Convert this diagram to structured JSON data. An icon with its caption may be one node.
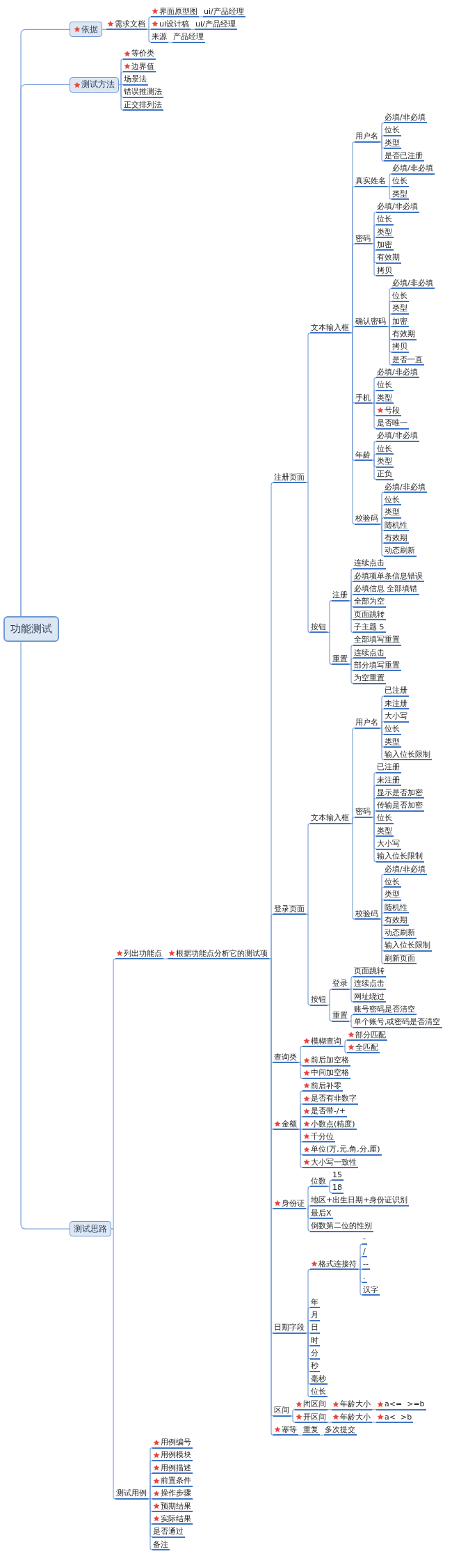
{
  "diagram": {
    "nodes": [
      {
        "text": [
          "功能测试"
        ]
      },
      {
        "text": [
          "依据"
        ]
      },
      {
        "text": [
          "需求文档"
        ]
      },
      {
        "text": [
          "界面原型图"
        ]
      },
      {
        "text": [
          "ui/产品经理"
        ]
      },
      {
        "text": [
          "ui设计稿"
        ]
      },
      {
        "text": [
          "ui/产品经理"
        ]
      },
      {
        "text": [
          "来源"
        ]
      },
      {
        "text": [
          "产品经理"
        ]
      },
      {
        "text": [
          "测试方法"
        ]
      },
      {
        "text": [
          "等价类"
        ]
      },
      {
        "text": [
          "边界值"
        ]
      },
      {
        "text": [
          "场景法"
        ]
      },
      {
        "text": [
          "错误推测法"
        ]
      },
      {
        "text": [
          "正交排列法"
        ]
      },
      {
        "text": [
          "测试思路"
        ]
      },
      {
        "text": [
          "列出功能点"
        ]
      },
      {
        "text": [
          "根据功能点分析它的测试项"
        ]
      },
      {
        "text": [
          "注册页面"
        ]
      },
      {
        "text": [
          "文本输入框"
        ]
      },
      {
        "text": [
          "用户名"
        ]
      },
      {
        "text": [
          "必填/非必填"
        ]
      },
      {
        "text": [
          "位长"
        ]
      },
      {
        "text": [
          "类型"
        ]
      },
      {
        "text": [
          "是否已注册"
        ]
      },
      {
        "text": [
          "真实姓名"
        ]
      },
      {
        "text": [
          "必填/非必填"
        ]
      },
      {
        "text": [
          "位长"
        ]
      },
      {
        "text": [
          "类型"
        ]
      },
      {
        "text": [
          "密码"
        ]
      },
      {
        "text": [
          "必填/非必填"
        ]
      },
      {
        "text": [
          "位长"
        ]
      },
      {
        "text": [
          "类型"
        ]
      },
      {
        "text": [
          "加密"
        ]
      },
      {
        "text": [
          "有效期"
        ]
      },
      {
        "text": [
          "拷贝"
        ]
      },
      {
        "text": [
          "确认密码"
        ]
      },
      {
        "text": [
          "必填/非必填"
        ]
      },
      {
        "text": [
          "位长"
        ]
      },
      {
        "text": [
          "类型"
        ]
      },
      {
        "text": [
          "加密"
        ]
      },
      {
        "text": [
          "有效期"
        ]
      },
      {
        "text": [
          "拷贝"
        ]
      },
      {
        "text": [
          "是否一直"
        ]
      },
      {
        "text": [
          "手机"
        ]
      },
      {
        "text": [
          "必填/非必填"
        ]
      },
      {
        "text": [
          "位长"
        ]
      },
      {
        "text": [
          "类型"
        ]
      },
      {
        "text": [
          "号段"
        ]
      },
      {
        "text": [
          "是否唯一"
        ]
      },
      {
        "text": [
          "年龄"
        ]
      },
      {
        "text": [
          "必填/非必填"
        ]
      },
      {
        "text": [
          "位长"
        ]
      },
      {
        "text": [
          "类型"
        ]
      },
      {
        "text": [
          "正负"
        ]
      },
      {
        "text": [
          "校验码"
        ]
      },
      {
        "text": [
          "必填/非必填"
        ]
      },
      {
        "text": [
          "位长"
        ]
      },
      {
        "text": [
          "类型"
        ]
      },
      {
        "text": [
          "随机性"
        ]
      },
      {
        "text": [
          "有效期"
        ]
      },
      {
        "text": [
          "动态刷新"
        ]
      },
      {
        "text": [
          "按钮"
        ]
      },
      {
        "text": [
          "注册"
        ]
      },
      {
        "text": [
          "连续点击"
        ]
      },
      {
        "text": [
          "必填项单条信息错误"
        ]
      },
      {
        "text": [
          "必填信息 全部填错"
        ]
      },
      {
        "text": [
          "全部为空"
        ]
      },
      {
        "text": [
          "页面跳转"
        ]
      },
      {
        "text": [
          "子主题 5"
        ]
      },
      {
        "text": [
          "重置"
        ]
      },
      {
        "text": [
          "全部填写重置"
        ]
      },
      {
        "text": [
          "连续点击"
        ]
      },
      {
        "text": [
          "部分填写重置"
        ]
      },
      {
        "text": [
          "为空重置"
        ]
      },
      {
        "text": [
          "登录页面"
        ]
      },
      {
        "text": [
          "文本输入框"
        ]
      },
      {
        "text": [
          "用户名"
        ]
      },
      {
        "text": [
          "已注册"
        ]
      },
      {
        "text": [
          "未注册"
        ]
      },
      {
        "text": [
          "大小写"
        ]
      },
      {
        "text": [
          "位长"
        ]
      },
      {
        "text": [
          "类型"
        ]
      },
      {
        "text": [
          "输入位长限制"
        ]
      },
      {
        "text": [
          "密码"
        ]
      },
      {
        "text": [
          "已注册"
        ]
      },
      {
        "text": [
          "未注册"
        ]
      },
      {
        "text": [
          "显示是否加密"
        ]
      },
      {
        "text": [
          "传输是否加密"
        ]
      },
      {
        "text": [
          "位长"
        ]
      },
      {
        "text": [
          "类型"
        ]
      },
      {
        "text": [
          "大小写"
        ]
      },
      {
        "text": [
          "输入位长限制"
        ]
      },
      {
        "text": [
          "校验码"
        ]
      },
      {
        "text": [
          "必填/非必填"
        ]
      },
      {
        "text": [
          "位长"
        ]
      },
      {
        "text": [
          "类型"
        ]
      },
      {
        "text": [
          "随机性"
        ]
      },
      {
        "text": [
          "有效期"
        ]
      },
      {
        "text": [
          "动态刷新"
        ]
      },
      {
        "text": [
          "输入位长限制"
        ]
      },
      {
        "text": [
          "刷新页面"
        ]
      },
      {
        "text": [
          "按钮"
        ]
      },
      {
        "text": [
          "登录"
        ]
      },
      {
        "text": [
          "页面跳转"
        ]
      },
      {
        "text": [
          "连续点击"
        ]
      },
      {
        "text": [
          "网址绕过"
        ]
      },
      {
        "text": [
          "重置"
        ]
      },
      {
        "text": [
          "账号密码是否清空"
        ]
      },
      {
        "text": [
          "单个账号,或密码是否清空"
        ]
      },
      {
        "text": [
          "查询类"
        ]
      },
      {
        "text": [
          "模糊查询"
        ]
      },
      {
        "text": [
          "部分匹配"
        ]
      },
      {
        "text": [
          "全匹配"
        ]
      },
      {
        "text": [
          "前后加空格"
        ]
      },
      {
        "text": [
          "中间加空格"
        ]
      },
      {
        "text": [
          "金额"
        ]
      },
      {
        "text": [
          "前后补零"
        ]
      },
      {
        "text": [
          "是否有非数字"
        ]
      },
      {
        "text": [
          "是否带-/+"
        ]
      },
      {
        "text": [
          "小数点(精度)"
        ]
      },
      {
        "text": [
          "千分位"
        ]
      },
      {
        "text": [
          "单位(万,元,角,分,厘)"
        ]
      },
      {
        "text": [
          "大小写一致性"
        ]
      },
      {
        "text": [
          "身份证"
        ]
      },
      {
        "text": [
          "位数"
        ]
      },
      {
        "text": [
          "15"
        ]
      },
      {
        "text": [
          "18"
        ]
      },
      {
        "text": [
          "地区+出生日期+身份证识别"
        ]
      },
      {
        "text": [
          "最后X"
        ]
      },
      {
        "text": [
          "倒数第二位的性别"
        ]
      },
      {
        "text": [
          "日期字段"
        ]
      },
      {
        "text": [
          "格式连接符"
        ]
      },
      {
        "text": [
          "-"
        ]
      },
      {
        "text": [
          "/"
        ]
      },
      {
        "text": [
          "--"
        ]
      },
      {
        "text": [
          "."
        ]
      },
      {
        "text": [
          "汉字"
        ]
      },
      {
        "text": [
          "年"
        ]
      },
      {
        "text": [
          "月"
        ]
      },
      {
        "text": [
          "日"
        ]
      },
      {
        "text": [
          "时"
        ]
      },
      {
        "text": [
          "分"
        ]
      },
      {
        "text": [
          "秒"
        ]
      },
      {
        "text": [
          "毫秒"
        ]
      },
      {
        "text": [
          "位长"
        ]
      },
      {
        "text": [
          "区间"
        ]
      },
      {
        "text": [
          "闭区间"
        ]
      },
      {
        "text": [
          "年龄大小"
        ]
      },
      {
        "text": [
          "a<=  >=b"
        ]
      },
      {
        "text": [
          "开区间"
        ]
      },
      {
        "text": [
          "年龄大小"
        ]
      },
      {
        "text": [
          "a<  >b"
        ]
      },
      {
        "text": [
          "幂等"
        ]
      },
      {
        "text": [
          "重复"
        ]
      },
      {
        "text": [
          "多次提交"
        ]
      },
      {
        "text": [
          "测试用例"
        ]
      },
      {
        "text": [
          "用例编号"
        ]
      },
      {
        "text": [
          "用例模块"
        ]
      },
      {
        "text": [
          "用例描述"
        ]
      },
      {
        "text": [
          "前置条件"
        ]
      },
      {
        "text": [
          "操作步骤"
        ]
      },
      {
        "text": [
          "预期结果"
        ]
      },
      {
        "text": [
          "实际结果"
        ]
      },
      {
        "text": [
          "是否通过"
        ]
      },
      {
        "text": [
          "备注"
        ]
      }
    ],
    "edges": [
      {
        "from": 0,
        "to": 1,
        "arrow": "none"
      },
      {
        "from": 1,
        "to": 2,
        "arrow": "none"
      },
      {
        "from": 2,
        "to": 3,
        "arrow": "none"
      },
      {
        "from": 3,
        "to": 4,
        "arrow": "none"
      },
      {
        "from": 2,
        "to": 5,
        "arrow": "none"
      },
      {
        "from": 5,
        "to": 6,
        "arrow": "none"
      },
      {
        "from": 2,
        "to": 7,
        "arrow": "none"
      },
      {
        "from": 7,
        "to": 8,
        "arrow": "none"
      },
      {
        "from": 0,
        "to": 9,
        "arrow": "none"
      },
      {
        "from": 9,
        "to": 10,
        "arrow": "none"
      },
      {
        "from": 9,
        "to": 11,
        "arrow": "none"
      },
      {
        "from": 9,
        "to": 12,
        "arrow": "none"
      },
      {
        "from": 9,
        "to": 13,
        "arrow": "none"
      },
      {
        "from": 9,
        "to": 14,
        "arrow": "none"
      },
      {
        "from": 0,
        "to": 15,
        "arrow": "none"
      },
      {
        "from": 15,
        "to": 16,
        "arrow": "none"
      },
      {
        "from": 16,
        "to": 17,
        "arrow": "none"
      },
      {
        "from": 17,
        "to": 18,
        "arrow": "none"
      },
      {
        "from": 18,
        "to": 19,
        "arrow": "none"
      },
      {
        "from": 19,
        "to": 20,
        "arrow": "none"
      },
      {
        "from": 20,
        "to": 21,
        "arrow": "none"
      },
      {
        "from": 20,
        "to": 22,
        "arrow": "none"
      },
      {
        "from": 20,
        "to": 23,
        "arrow": "none"
      },
      {
        "from": 20,
        "to": 24,
        "arrow": "none"
      },
      {
        "from": 19,
        "to": 25,
        "arrow": "none"
      },
      {
        "from": 25,
        "to": 26,
        "arrow": "none"
      },
      {
        "from": 25,
        "to": 27,
        "arrow": "none"
      },
      {
        "from": 25,
        "to": 28,
        "arrow": "none"
      },
      {
        "from": 19,
        "to": 29,
        "arrow": "none"
      },
      {
        "from": 29,
        "to": 30,
        "arrow": "none"
      },
      {
        "from": 29,
        "to": 31,
        "arrow": "none"
      },
      {
        "from": 29,
        "to": 32,
        "arrow": "none"
      },
      {
        "from": 29,
        "to": 33,
        "arrow": "none"
      },
      {
        "from": 29,
        "to": 34,
        "arrow": "none"
      },
      {
        "from": 29,
        "to": 35,
        "arrow": "none"
      },
      {
        "from": 19,
        "to": 36,
        "arrow": "none"
      },
      {
        "from": 36,
        "to": 37,
        "arrow": "none"
      },
      {
        "from": 36,
        "to": 38,
        "arrow": "none"
      },
      {
        "from": 36,
        "to": 39,
        "arrow": "none"
      },
      {
        "from": 36,
        "to": 40,
        "arrow": "none"
      },
      {
        "from": 36,
        "to": 41,
        "arrow": "none"
      },
      {
        "from": 36,
        "to": 42,
        "arrow": "none"
      },
      {
        "from": 36,
        "to": 43,
        "arrow": "none"
      },
      {
        "from": 19,
        "to": 44,
        "arrow": "none"
      },
      {
        "from": 44,
        "to": 45,
        "arrow": "none"
      },
      {
        "from": 44,
        "to": 46,
        "arrow": "none"
      },
      {
        "from": 44,
        "to": 47,
        "arrow": "none"
      },
      {
        "from": 44,
        "to": 48,
        "arrow": "none"
      },
      {
        "from": 44,
        "to": 49,
        "arrow": "none"
      },
      {
        "from": 19,
        "to": 50,
        "arrow": "none"
      },
      {
        "from": 50,
        "to": 51,
        "arrow": "none"
      },
      {
        "from": 50,
        "to": 52,
        "arrow": "none"
      },
      {
        "from": 50,
        "to": 53,
        "arrow": "none"
      },
      {
        "from": 50,
        "to": 54,
        "arrow": "none"
      },
      {
        "from": 19,
        "to": 55,
        "arrow": "none"
      },
      {
        "from": 55,
        "to": 56,
        "arrow": "none"
      },
      {
        "from": 55,
        "to": 57,
        "arrow": "none"
      },
      {
        "from": 55,
        "to": 58,
        "arrow": "none"
      },
      {
        "from": 55,
        "to": 59,
        "arrow": "none"
      },
      {
        "from": 55,
        "to": 60,
        "arrow": "none"
      },
      {
        "from": 55,
        "to": 61,
        "arrow": "none"
      },
      {
        "from": 18,
        "to": 62,
        "arrow": "none"
      },
      {
        "from": 62,
        "to": 63,
        "arrow": "none"
      },
      {
        "from": 63,
        "to": 64,
        "arrow": "none"
      },
      {
        "from": 63,
        "to": 65,
        "arrow": "none"
      },
      {
        "from": 63,
        "to": 66,
        "arrow": "none"
      },
      {
        "from": 63,
        "to": 67,
        "arrow": "none"
      },
      {
        "from": 63,
        "to": 68,
        "arrow": "none"
      },
      {
        "from": 63,
        "to": 69,
        "arrow": "none"
      },
      {
        "from": 62,
        "to": 70,
        "arrow": "none"
      },
      {
        "from": 70,
        "to": 71,
        "arrow": "none"
      },
      {
        "from": 70,
        "to": 72,
        "arrow": "none"
      },
      {
        "from": 70,
        "to": 73,
        "arrow": "none"
      },
      {
        "from": 70,
        "to": 74,
        "arrow": "none"
      },
      {
        "from": 17,
        "to": 75,
        "arrow": "none"
      },
      {
        "from": 75,
        "to": 76,
        "arrow": "none"
      },
      {
        "from": 76,
        "to": 77,
        "arrow": "none"
      },
      {
        "from": 77,
        "to": 78,
        "arrow": "none"
      },
      {
        "from": 77,
        "to": 79,
        "arrow": "none"
      },
      {
        "from": 77,
        "to": 80,
        "arrow": "none"
      },
      {
        "from": 77,
        "to": 81,
        "arrow": "none"
      },
      {
        "from": 77,
        "to": 82,
        "arrow": "none"
      },
      {
        "from": 77,
        "to": 83,
        "arrow": "none"
      },
      {
        "from": 76,
        "to": 84,
        "arrow": "none"
      },
      {
        "from": 84,
        "to": 85,
        "arrow": "none"
      },
      {
        "from": 84,
        "to": 86,
        "arrow": "none"
      },
      {
        "from": 84,
        "to": 87,
        "arrow": "none"
      },
      {
        "from": 84,
        "to": 88,
        "arrow": "none"
      },
      {
        "from": 84,
        "to": 89,
        "arrow": "none"
      },
      {
        "from": 84,
        "to": 90,
        "arrow": "none"
      },
      {
        "from": 84,
        "to": 91,
        "arrow": "none"
      },
      {
        "from": 84,
        "to": 92,
        "arrow": "none"
      },
      {
        "from": 76,
        "to": 93,
        "arrow": "none"
      },
      {
        "from": 93,
        "to": 94,
        "arrow": "none"
      },
      {
        "from": 93,
        "to": 95,
        "arrow": "none"
      },
      {
        "from": 93,
        "to": 96,
        "arrow": "none"
      },
      {
        "from": 93,
        "to": 97,
        "arrow": "none"
      },
      {
        "from": 93,
        "to": 98,
        "arrow": "none"
      },
      {
        "from": 93,
        "to": 99,
        "arrow": "none"
      },
      {
        "from": 93,
        "to": 100,
        "arrow": "none"
      },
      {
        "from": 93,
        "to": 101,
        "arrow": "none"
      },
      {
        "from": 75,
        "to": 102,
        "arrow": "none"
      },
      {
        "from": 102,
        "to": 103,
        "arrow": "none"
      },
      {
        "from": 103,
        "to": 104,
        "arrow": "none"
      },
      {
        "from": 103,
        "to": 105,
        "arrow": "none"
      },
      {
        "from": 103,
        "to": 106,
        "arrow": "none"
      },
      {
        "from": 102,
        "to": 107,
        "arrow": "none"
      },
      {
        "from": 107,
        "to": 108,
        "arrow": "none"
      },
      {
        "from": 107,
        "to": 109,
        "arrow": "none"
      },
      {
        "from": 17,
        "to": 110,
        "arrow": "none"
      },
      {
        "from": 110,
        "to": 111,
        "arrow": "none"
      },
      {
        "from": 111,
        "to": 112,
        "arrow": "none"
      },
      {
        "from": 111,
        "to": 113,
        "arrow": "none"
      },
      {
        "from": 110,
        "to": 114,
        "arrow": "none"
      },
      {
        "from": 110,
        "to": 115,
        "arrow": "none"
      },
      {
        "from": 17,
        "to": 116,
        "arrow": "none"
      },
      {
        "from": 116,
        "to": 117,
        "arrow": "none"
      },
      {
        "from": 116,
        "to": 118,
        "arrow": "none"
      },
      {
        "from": 116,
        "to": 119,
        "arrow": "none"
      },
      {
        "from": 116,
        "to": 120,
        "arrow": "none"
      },
      {
        "from": 116,
        "to": 121,
        "arrow": "none"
      },
      {
        "from": 116,
        "to": 122,
        "arrow": "none"
      },
      {
        "from": 116,
        "to": 123,
        "arrow": "none"
      },
      {
        "from": 17,
        "to": 124,
        "arrow": "none"
      },
      {
        "from": 124,
        "to": 125,
        "arrow": "none"
      },
      {
        "from": 125,
        "to": 126,
        "arrow": "none"
      },
      {
        "from": 125,
        "to": 127,
        "arrow": "none"
      },
      {
        "from": 124,
        "to": 128,
        "arrow": "none"
      },
      {
        "from": 124,
        "to": 129,
        "arrow": "none"
      },
      {
        "from": 124,
        "to": 130,
        "arrow": "none"
      },
      {
        "from": 17,
        "to": 131,
        "arrow": "none"
      },
      {
        "from": 131,
        "to": 132,
        "arrow": "none"
      },
      {
        "from": 132,
        "to": 133,
        "arrow": "none"
      },
      {
        "from": 132,
        "to": 134,
        "arrow": "none"
      },
      {
        "from": 132,
        "to": 135,
        "arrow": "none"
      },
      {
        "from": 132,
        "to": 136,
        "arrow": "none"
      },
      {
        "from": 132,
        "to": 137,
        "arrow": "none"
      },
      {
        "from": 131,
        "to": 138,
        "arrow": "none"
      },
      {
        "from": 131,
        "to": 139,
        "arrow": "none"
      },
      {
        "from": 131,
        "to": 140,
        "arrow": "none"
      },
      {
        "from": 131,
        "to": 141,
        "arrow": "none"
      },
      {
        "from": 131,
        "to": 142,
        "arrow": "none"
      },
      {
        "from": 131,
        "to": 143,
        "arrow": "none"
      },
      {
        "from": 131,
        "to": 144,
        "arrow": "none"
      },
      {
        "from": 131,
        "to": 145,
        "arrow": "none"
      },
      {
        "from": 17,
        "to": 146,
        "arrow": "none"
      },
      {
        "from": 146,
        "to": 147,
        "arrow": "none"
      },
      {
        "from": 147,
        "to": 148,
        "arrow": "none"
      },
      {
        "from": 148,
        "to": 149,
        "arrow": "none"
      },
      {
        "from": 146,
        "to": 150,
        "arrow": "none"
      },
      {
        "from": 150,
        "to": 151,
        "arrow": "none"
      },
      {
        "from": 151,
        "to": 152,
        "arrow": "none"
      },
      {
        "from": 17,
        "to": 153,
        "arrow": "none"
      },
      {
        "from": 153,
        "to": 154,
        "arrow": "none"
      },
      {
        "from": 154,
        "to": 155,
        "arrow": "none"
      },
      {
        "from": 15,
        "to": 156,
        "arrow": "none"
      },
      {
        "from": 156,
        "to": 157,
        "arrow": "none"
      },
      {
        "from": 156,
        "to": 158,
        "arrow": "none"
      },
      {
        "from": 156,
        "to": 159,
        "arrow": "none"
      },
      {
        "from": 156,
        "to": 160,
        "arrow": "none"
      },
      {
        "from": 156,
        "to": 161,
        "arrow": "none"
      },
      {
        "from": 156,
        "to": 162,
        "arrow": "none"
      },
      {
        "from": 156,
        "to": 163,
        "arrow": "none"
      },
      {
        "from": 156,
        "to": 164,
        "arrow": "none"
      },
      {
        "from": 156,
        "to": 165,
        "arrow": "none"
      }
    ]
  }
}
